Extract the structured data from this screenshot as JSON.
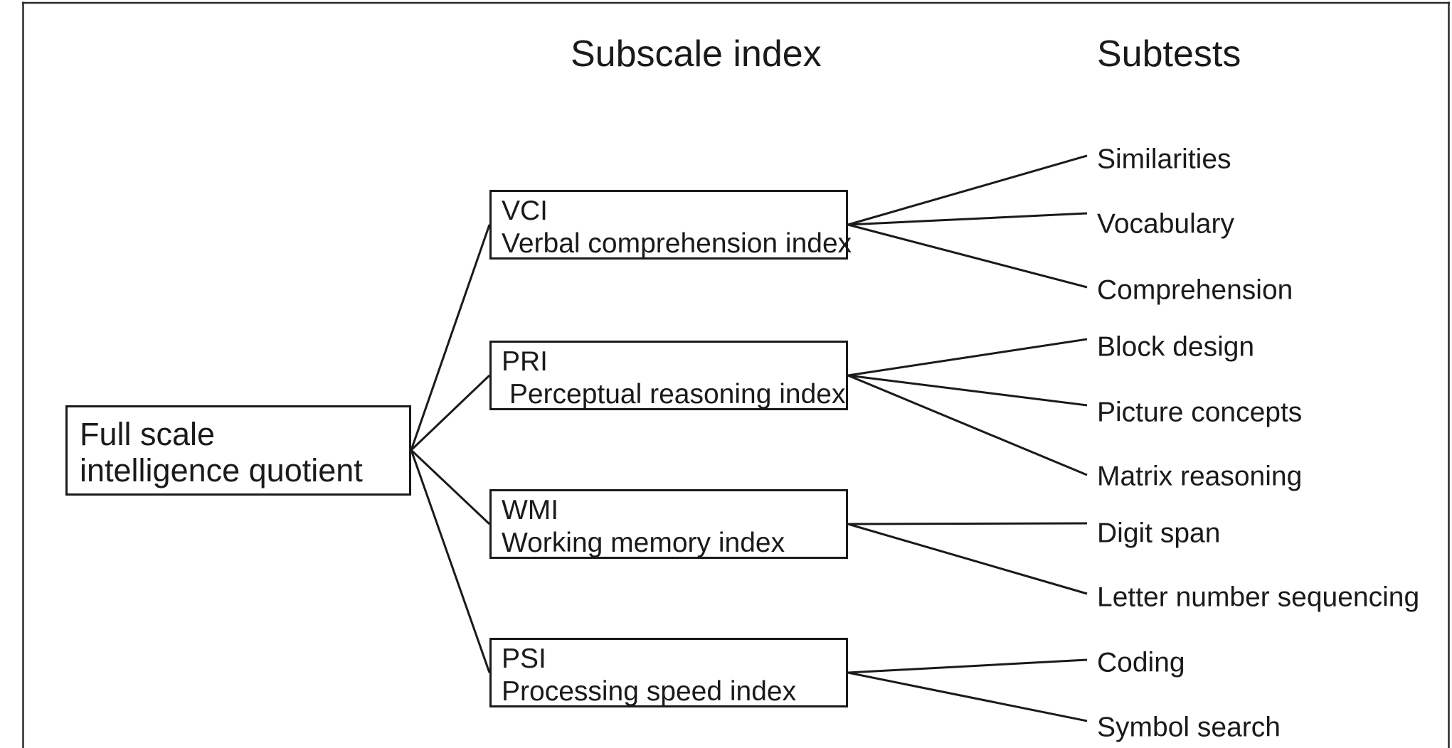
{
  "figure": {
    "headers": {
      "subscale": "Subscale index",
      "subtests": "Subtests"
    },
    "root": {
      "line1": "Full scale",
      "line2": "intelligence quotient"
    },
    "indexes": [
      {
        "abbr": "VCI",
        "name": "Verbal comprehension index"
      },
      {
        "abbr": "PRI",
        "name": " Perceptual reasoning index"
      },
      {
        "abbr": "WMI",
        "name": "Working memory index"
      },
      {
        "abbr": "PSI",
        "name": "Processing speed index"
      }
    ],
    "subtests": [
      "Similarities",
      "Vocabulary",
      "Comprehension",
      "Block design",
      "Picture concepts",
      "Matrix reasoning",
      "Digit span",
      "Letter number sequencing",
      "Coding",
      "Symbol search"
    ],
    "colors": {
      "ink": "#1a1a1a",
      "frame": "#2a2a2a",
      "background": "#ffffff"
    }
  }
}
